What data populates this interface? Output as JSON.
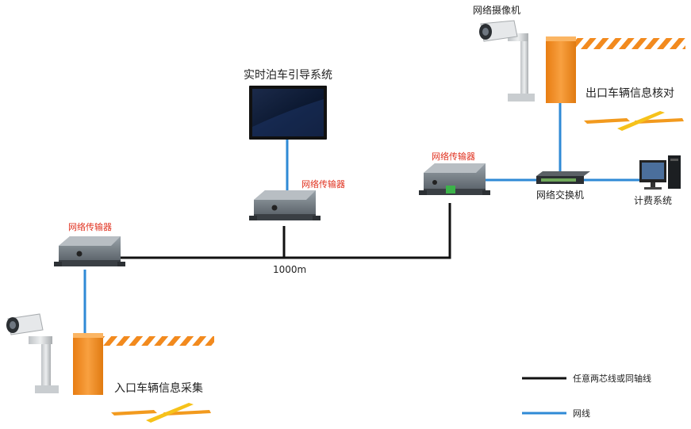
{
  "labels": {
    "guidance_system": "实时泊车引导系统",
    "transmitter_mid": "网络传输器",
    "transmitter_right": "网络传输器",
    "transmitter_left": "网络传输器",
    "distance": "1000m",
    "network_camera": "网络摄像机",
    "exit_check": "出口车辆信息核对",
    "switch": "网络交换机",
    "billing": "计费系统",
    "entry_collect": "入口车辆信息采集"
  },
  "legend": {
    "coax": "任意两芯线或同轴线",
    "network": "网线"
  },
  "colors": {
    "network_line": "#2f8ad6",
    "coax_line": "#111111",
    "barrier": "#f28a1e",
    "label_red": "#e0301e",
    "text": "#222222"
  },
  "icons": [
    "monitor-icon",
    "transmitter-icon",
    "camera-icon",
    "barrier-gate-icon",
    "switch-icon",
    "computer-icon",
    "lane-marking-icon"
  ]
}
